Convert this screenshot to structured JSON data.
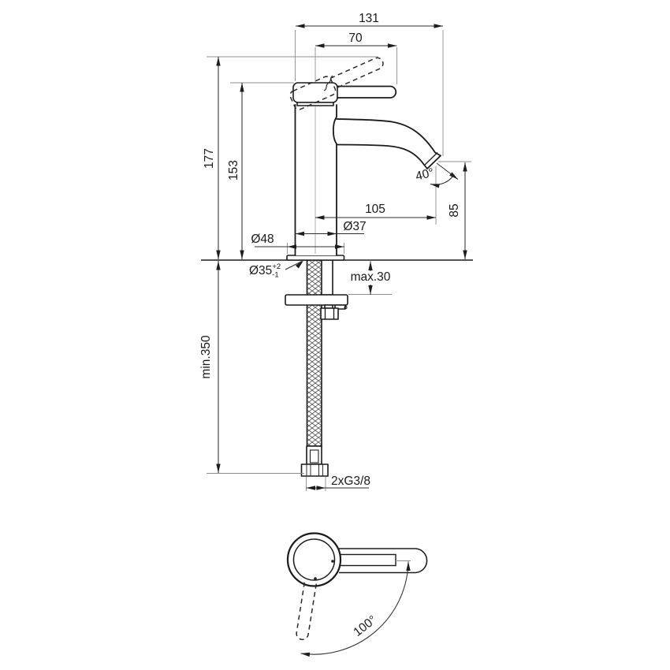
{
  "colors": {
    "ink": "#1b1b1b",
    "dim_line": "#2e2e2e",
    "ext_line": "#8d8d8d",
    "background": "#ffffff"
  },
  "front_view": {
    "dimensions": {
      "total_width": "131",
      "handle_length": "70",
      "total_height": "177",
      "body_height": "153",
      "spout_reach": "105",
      "spout_height": "85",
      "body_diameter": "Ø37",
      "base_diameter": "Ø48",
      "mounting_hole_diameter": "Ø35",
      "mounting_hole_tol_upper": "+2",
      "mounting_hole_tol_lower": "-1",
      "max_deck_thickness": "max.30",
      "min_hose_length": "min.350",
      "supply_connection": "2xG3/8",
      "spout_angle": "40°"
    }
  },
  "top_view": {
    "handle_swivel_angle": "100°"
  }
}
